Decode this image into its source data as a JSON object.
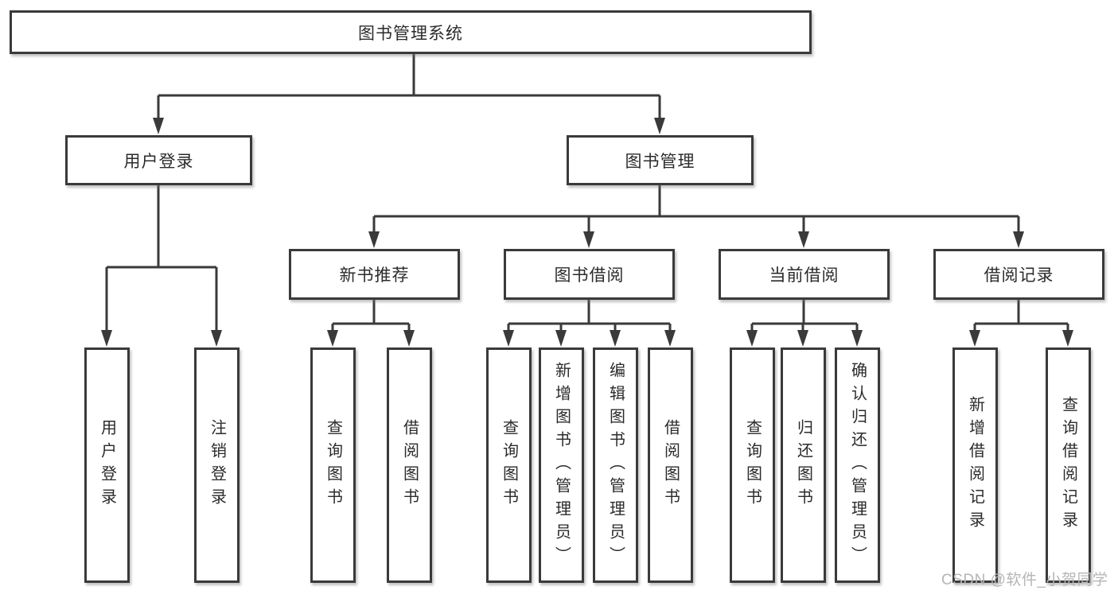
{
  "diagram": {
    "title": "图书管理系统",
    "nodes": {
      "root": "图书管理系统",
      "user_login": "用户登录",
      "book_mgmt": "图书管理",
      "new_book_rec": "新书推荐",
      "book_borrow": "图书借阅",
      "current_borrow": "当前借阅",
      "borrow_records": "借阅记录",
      "leaves_user_login": [
        "用户登录",
        "注销登录"
      ],
      "leaves_new_book": [
        "查询图书",
        "借阅图书"
      ],
      "leaves_book_borrow": [
        "查询图书",
        "新增图书（管理员）",
        "编辑图书（管理员）",
        "借阅图书"
      ],
      "leaves_current": [
        "查询图书",
        "归还图书",
        "确认归还（管理员）"
      ],
      "leaves_records": [
        "新增借阅记录",
        "查询借阅记录"
      ]
    },
    "colors": {
      "line": "#3a3a3a",
      "border": "#3a3a3a",
      "text": "#2b2b2b",
      "watermark": "#b5b5b5",
      "background": "#ffffff"
    }
  },
  "watermark": {
    "text": "CSDN @软件_小贺同学"
  }
}
